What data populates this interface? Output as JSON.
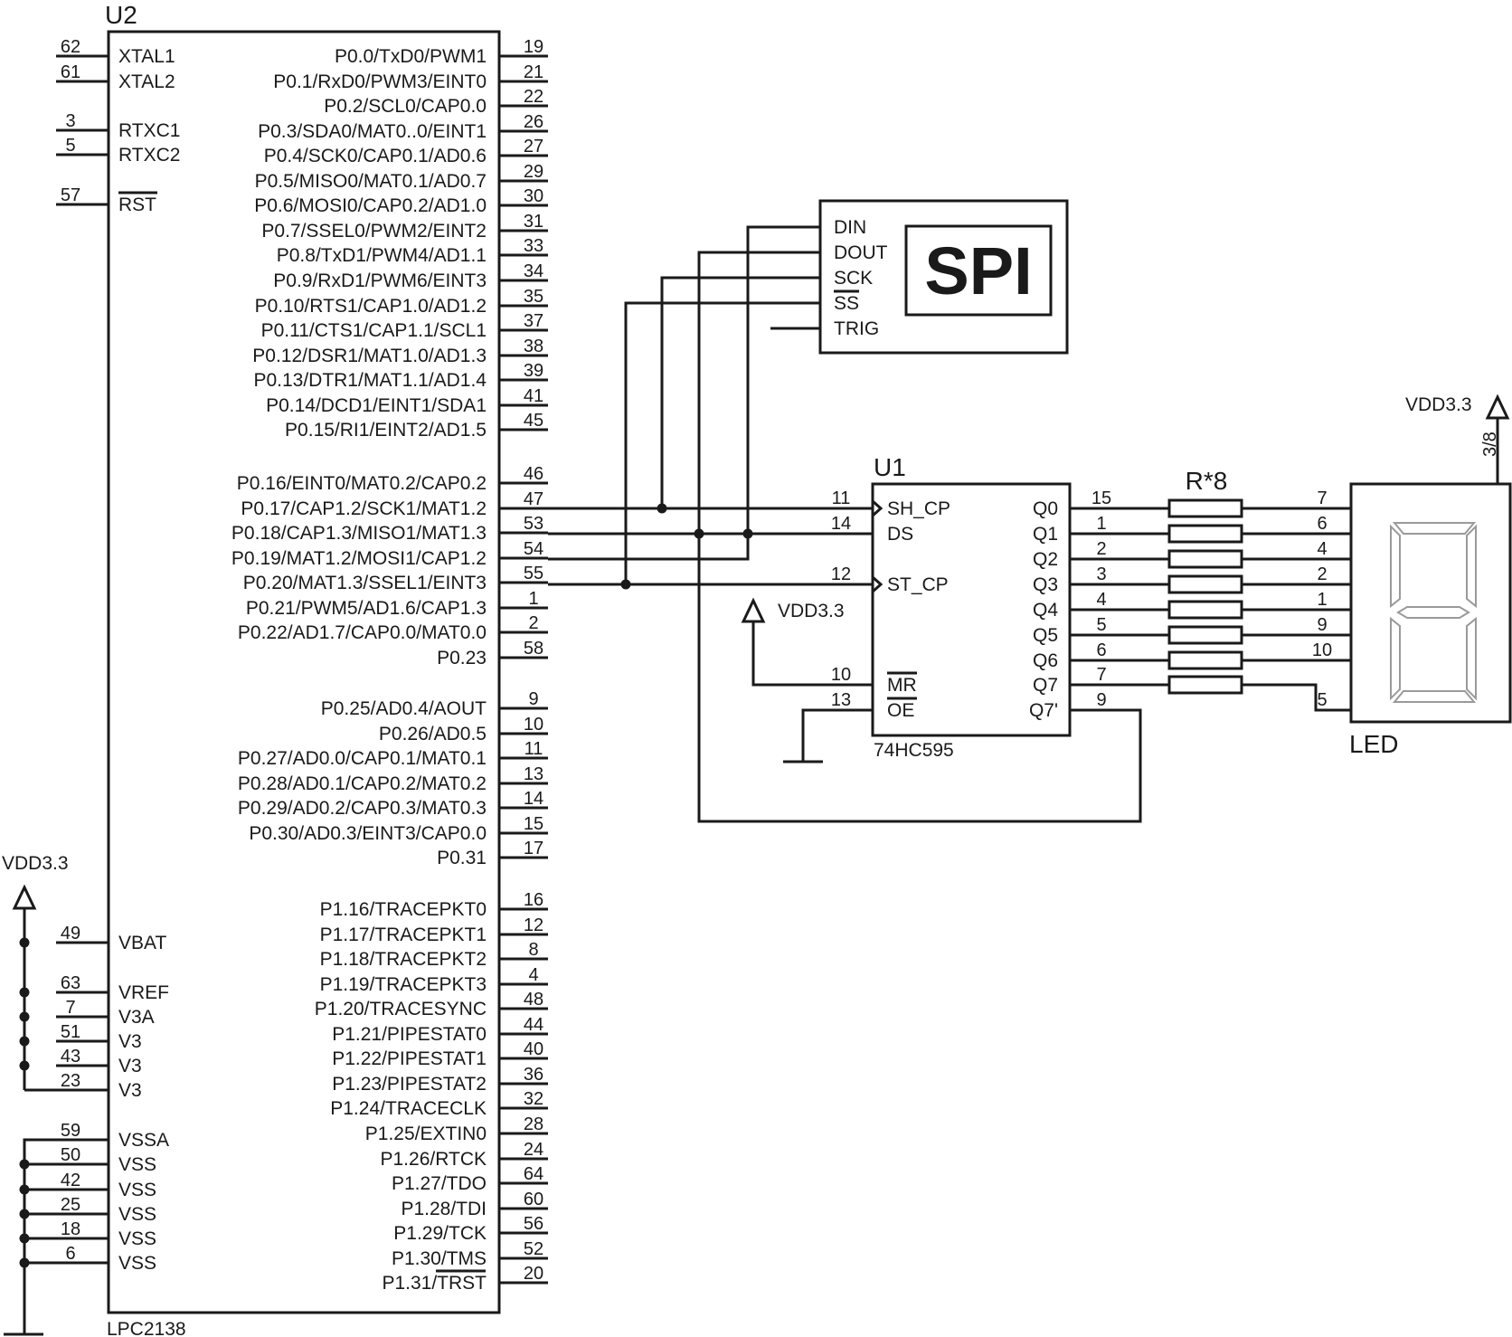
{
  "u2": {
    "ref": "U2",
    "part": "LPC2138",
    "left_pins": [
      {
        "num": "62",
        "name": "XTAL1"
      },
      {
        "num": "61",
        "name": "XTAL2"
      },
      {
        "num": "3",
        "name": "RTXC1"
      },
      {
        "num": "5",
        "name": "RTXC2"
      },
      {
        "num": "57",
        "name": "RST"
      },
      {
        "num": "49",
        "name": "VBAT"
      },
      {
        "num": "63",
        "name": "VREF"
      },
      {
        "num": "7",
        "name": "V3A"
      },
      {
        "num": "51",
        "name": "V3"
      },
      {
        "num": "43",
        "name": "V3"
      },
      {
        "num": "23",
        "name": "V3"
      },
      {
        "num": "59",
        "name": "VSSA"
      },
      {
        "num": "50",
        "name": "VSS"
      },
      {
        "num": "42",
        "name": "VSS"
      },
      {
        "num": "25",
        "name": "VSS"
      },
      {
        "num": "18",
        "name": "VSS"
      },
      {
        "num": "6",
        "name": "VSS"
      }
    ],
    "right_pins": [
      {
        "num": "19",
        "name": "P0.0/TxD0/PWM1"
      },
      {
        "num": "21",
        "name": "P0.1/RxD0/PWM3/EINT0"
      },
      {
        "num": "22",
        "name": "P0.2/SCL0/CAP0.0"
      },
      {
        "num": "26",
        "name": "P0.3/SDA0/MAT0..0/EINT1"
      },
      {
        "num": "27",
        "name": "P0.4/SCK0/CAP0.1/AD0.6"
      },
      {
        "num": "29",
        "name": "P0.5/MISO0/MAT0.1/AD0.7"
      },
      {
        "num": "30",
        "name": "P0.6/MOSI0/CAP0.2/AD1.0"
      },
      {
        "num": "31",
        "name": "P0.7/SSEL0/PWM2/EINT2"
      },
      {
        "num": "33",
        "name": "P0.8/TxD1/PWM4/AD1.1"
      },
      {
        "num": "34",
        "name": "P0.9/RxD1/PWM6/EINT3"
      },
      {
        "num": "35",
        "name": "P0.10/RTS1/CAP1.0/AD1.2"
      },
      {
        "num": "37",
        "name": "P0.11/CTS1/CAP1.1/SCL1"
      },
      {
        "num": "38",
        "name": "P0.12/DSR1/MAT1.0/AD1.3"
      },
      {
        "num": "39",
        "name": "P0.13/DTR1/MAT1.1/AD1.4"
      },
      {
        "num": "41",
        "name": "P0.14/DCD1/EINT1/SDA1"
      },
      {
        "num": "45",
        "name": "P0.15/RI1/EINT2/AD1.5"
      },
      {
        "num": "46",
        "name": "P0.16/EINT0/MAT0.2/CAP0.2"
      },
      {
        "num": "47",
        "name": "P0.17/CAP1.2/SCK1/MAT1.2"
      },
      {
        "num": "53",
        "name": "P0.18/CAP1.3/MISO1/MAT1.3"
      },
      {
        "num": "54",
        "name": "P0.19/MAT1.2/MOSI1/CAP1.2"
      },
      {
        "num": "55",
        "name": "P0.20/MAT1.3/SSEL1/EINT3"
      },
      {
        "num": "1",
        "name": "P0.21/PWM5/AD1.6/CAP1.3"
      },
      {
        "num": "2",
        "name": "P0.22/AD1.7/CAP0.0/MAT0.0"
      },
      {
        "num": "58",
        "name": "P0.23"
      },
      {
        "num": "9",
        "name": "P0.25/AD0.4/AOUT"
      },
      {
        "num": "10",
        "name": "P0.26/AD0.5"
      },
      {
        "num": "11",
        "name": "P0.27/AD0.0/CAP0.1/MAT0.1"
      },
      {
        "num": "13",
        "name": "P0.28/AD0.1/CAP0.2/MAT0.2"
      },
      {
        "num": "14",
        "name": "P0.29/AD0.2/CAP0.3/MAT0.3"
      },
      {
        "num": "15",
        "name": "P0.30/AD0.3/EINT3/CAP0.0"
      },
      {
        "num": "17",
        "name": "P0.31"
      },
      {
        "num": "16",
        "name": "P1.16/TRACEPKT0"
      },
      {
        "num": "12",
        "name": "P1.17/TRACEPKT1"
      },
      {
        "num": "8",
        "name": "P1.18/TRACEPKT2"
      },
      {
        "num": "4",
        "name": "P1.19/TRACEPKT3"
      },
      {
        "num": "48",
        "name": "P1.20/TRACESYNC"
      },
      {
        "num": "44",
        "name": "P1.21/PIPESTAT0"
      },
      {
        "num": "40",
        "name": "P1.22/PIPESTAT1"
      },
      {
        "num": "36",
        "name": "P1.23/PIPESTAT2"
      },
      {
        "num": "32",
        "name": "P1.24/TRACECLK"
      },
      {
        "num": "28",
        "name": "P1.25/EXTIN0"
      },
      {
        "num": "24",
        "name": "P1.26/RTCK"
      },
      {
        "num": "64",
        "name": "P1.27/TDO"
      },
      {
        "num": "60",
        "name": "P1.28/TDI"
      },
      {
        "num": "56",
        "name": "P1.29/TCK"
      },
      {
        "num": "52",
        "name": "P1.30/TMS"
      },
      {
        "num": "20",
        "name": "P1.31/TRST"
      }
    ]
  },
  "spi": {
    "title": "SPI",
    "pins": [
      "DIN",
      "DOUT",
      "SCK",
      "SS",
      "TRIG"
    ]
  },
  "u1": {
    "ref": "U1",
    "part": "74HC595",
    "left_pins": [
      {
        "num": "11",
        "name": "SH_CP"
      },
      {
        "num": "14",
        "name": "DS"
      },
      {
        "num": "12",
        "name": "ST_CP"
      },
      {
        "num": "10",
        "name": "MR"
      },
      {
        "num": "13",
        "name": "OE"
      }
    ],
    "right_pins": [
      {
        "num": "15",
        "name": "Q0"
      },
      {
        "num": "1",
        "name": "Q1"
      },
      {
        "num": "2",
        "name": "Q2"
      },
      {
        "num": "3",
        "name": "Q3"
      },
      {
        "num": "4",
        "name": "Q4"
      },
      {
        "num": "5",
        "name": "Q5"
      },
      {
        "num": "6",
        "name": "Q6"
      },
      {
        "num": "7",
        "name": "Q7"
      },
      {
        "num": "9",
        "name": "Q7'"
      }
    ]
  },
  "resistors": {
    "label": "R*8"
  },
  "led": {
    "label": "LED",
    "pin_numbers": [
      "7",
      "6",
      "4",
      "2",
      "1",
      "9",
      "10",
      "5"
    ],
    "common_pin": "3/8"
  },
  "power": {
    "vdd_left": "VDD3.3",
    "vdd_u1": "VDD3.3",
    "vdd_led": "VDD3.3"
  }
}
